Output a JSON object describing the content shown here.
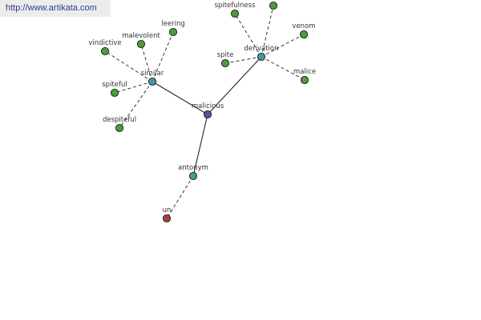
{
  "watermark": "http://www.artikata.com",
  "colors": {
    "root": "#4b5a9c",
    "relation": "#3f9aa0",
    "term": "#4e9a3c",
    "antonym_term": "#a3403d",
    "line": "#222222"
  },
  "graph": {
    "root": "malicious",
    "relations": [
      {
        "label": "similar",
        "terms": [
          "vindictive",
          "malevolent",
          "leering",
          "spiteful",
          "despiteful"
        ]
      },
      {
        "label": "derivation",
        "terms": [
          "spitefulness",
          "venom",
          "spite",
          "malice",
          ""
        ]
      },
      {
        "label": "antonym",
        "terms": [
          "un"
        ]
      }
    ]
  }
}
